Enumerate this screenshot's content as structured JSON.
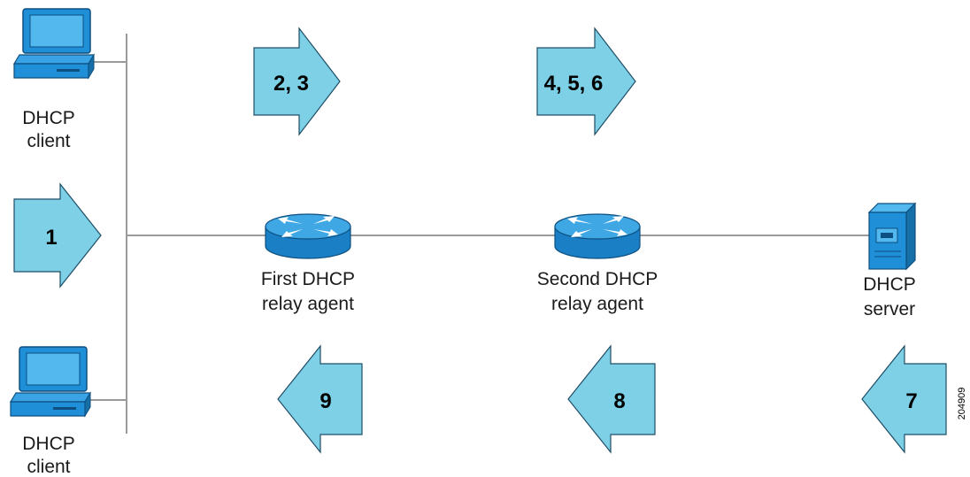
{
  "colors": {
    "arrow_fill": "#7dd0e6",
    "device_blue": "#1f8fd8",
    "router_top": "#3fa7e4",
    "line": "#9a9a9a"
  },
  "labels": {
    "client_top": [
      "DHCP",
      "client"
    ],
    "client_bottom": [
      "DHCP",
      "client"
    ],
    "relay1": [
      "First DHCP",
      "relay agent"
    ],
    "relay2": [
      "Second DHCP",
      "relay agent"
    ],
    "server": [
      "DHCP",
      "server"
    ]
  },
  "steps": {
    "s1": "1",
    "s23": "2, 3",
    "s456": "4, 5, 6",
    "s7": "7",
    "s8": "8",
    "s9": "9"
  },
  "figure_id": "204909",
  "icons": {
    "client": "computer-icon",
    "relay": "router-icon",
    "server": "server-icon"
  }
}
